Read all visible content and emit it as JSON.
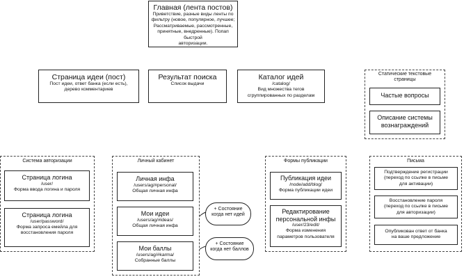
{
  "main": {
    "title": "Главная (лента постов)",
    "desc": "Приветствие, разные виды ленты по\nфильтру (новое, популярное, лучшее;\nРассматриваемые, рассмотренные,\nпринятные, внедренные). Попап быстрой\nавторизации."
  },
  "row2": [
    {
      "title": "Страница идеи (пост)",
      "desc": "Пост идеи, ответ банка (если есть),\nдерево комментариев"
    },
    {
      "title": "Результат поиска",
      "desc": "Список выдачи"
    },
    {
      "title": "Каталог идей",
      "desc": "/catalog/\nВид множества тегов\nсгруппированных по разделам"
    }
  ],
  "static": {
    "label": "Статические текстовые\nстраницы",
    "items": [
      {
        "title": "Частые вопросы"
      },
      {
        "title": "Описание системы\nвознаграждений"
      }
    ]
  },
  "auth": {
    "label": "Система авторизации",
    "items": [
      {
        "title": "Страница логина",
        "desc": "/user/\nФорма ввода логина и пароля"
      },
      {
        "title": "Страница логина",
        "desc": "/user/password/\nФорма запроса емейла для\nвосстановления пароля"
      }
    ]
  },
  "cabinet": {
    "label": "Личный кабинет",
    "items": [
      {
        "title": "Личная инфа",
        "desc": "/users/ag/#personal/\nОбщая личная инфа"
      },
      {
        "title": "Мои идеи",
        "desc": "/users/ag/#ideas/\nОбщая личная инфа"
      },
      {
        "title": "Мои баллы",
        "desc": "/users/ag/#karma/\nСобранные баллы"
      }
    ],
    "notes": [
      "+ Состояние\nкогда нет идей",
      "+ Состояние\nкогда нет баллов"
    ]
  },
  "publish": {
    "label": "Формы публикации",
    "items": [
      {
        "title": "Публикация идеи",
        "desc": "/node/add/blog/\nФорма публикации идеи"
      },
      {
        "title": "Редактирование\nперсональной инфы",
        "desc": "/user/23/edit/\nФорма изменения\nпараметров пользователя"
      }
    ]
  },
  "letters": {
    "label": "Письма",
    "items": [
      {
        "desc": "Подтверждение регистрации\n(переход по ссылке в письме\nдля активации)"
      },
      {
        "desc": "Восстановление пароля\n(переход по ссылке в письме\nдля авторизации)"
      },
      {
        "desc": "Опубликован ответ от банка\nна ваше предложение"
      }
    ]
  }
}
